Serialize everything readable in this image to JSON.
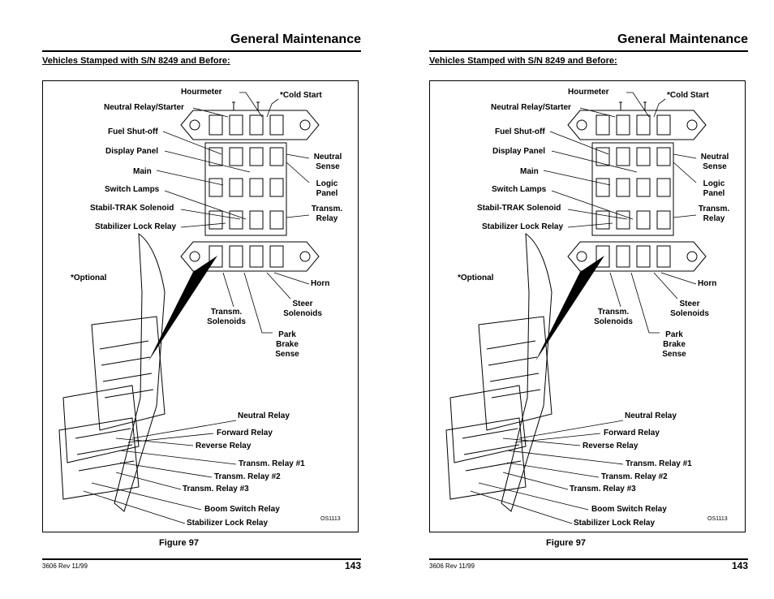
{
  "pages": [
    {
      "header": {
        "title": "General Maintenance"
      },
      "subheading": "Vehicles Stamped with S/N 8249 and Before:",
      "figure": {
        "labels": {
          "hourmeter": "Hourmeter",
          "cold_start": "*Cold Start",
          "neutral_relay_starter": "Neutral Relay/Starter",
          "fuel_shutoff": "Fuel Shut-off",
          "display_panel": "Display Panel",
          "neutral_sense_1": "Neutral",
          "neutral_sense_2": "Sense",
          "main": "Main",
          "logic_panel_1": "Logic",
          "logic_panel_2": "Panel",
          "switch_lamps": "Switch Lamps",
          "stabil_trak": "Stabil-TRAK Solenoid",
          "transm_relay_1": "Transm.",
          "transm_relay_2": "Relay",
          "stabilizer_lock_relay_top": "Stabilizer Lock Relay",
          "optional": "*Optional",
          "horn": "Horn",
          "steer_solenoids_1": "Steer",
          "steer_solenoids_2": "Solenoids",
          "transm_solenoids_1": "Transm.",
          "transm_solenoids_2": "Solenoids",
          "park_1": "Park",
          "park_2": "Brake",
          "park_3": "Sense",
          "neutral_relay": "Neutral Relay",
          "forward_relay": "Forward Relay",
          "reverse_relay": "Reverse Relay",
          "transm_relay_n1": "Transm. Relay #1",
          "transm_relay_n2": "Transm. Relay #2",
          "transm_relay_n3": "Transm. Relay #3",
          "boom_switch_relay": "Boom Switch Relay",
          "stabilizer_lock_relay": "Stabilizer Lock Relay",
          "code": "OS1113"
        },
        "caption": "Figure 97"
      },
      "footer": {
        "doc": "3606  Rev  11/99",
        "page": "143"
      }
    },
    {
      "header": {
        "title": "General Maintenance"
      },
      "subheading": "Vehicles Stamped with S/N 8249 and Before:",
      "figure": {
        "labels": {
          "hourmeter": "Hourmeter",
          "cold_start": "*Cold Start",
          "neutral_relay_starter": "Neutral Relay/Starter",
          "fuel_shutoff": "Fuel Shut-off",
          "display_panel": "Display Panel",
          "neutral_sense_1": "Neutral",
          "neutral_sense_2": "Sense",
          "main": "Main",
          "logic_panel_1": "Logic",
          "logic_panel_2": "Panel",
          "switch_lamps": "Switch Lamps",
          "stabil_trak": "Stabil-TRAK Solenoid",
          "transm_relay_1": "Transm.",
          "transm_relay_2": "Relay",
          "stabilizer_lock_relay_top": "Stabilizer Lock Relay",
          "optional": "*Optional",
          "horn": "Horn",
          "steer_solenoids_1": "Steer",
          "steer_solenoids_2": "Solenoids",
          "transm_solenoids_1": "Transm.",
          "transm_solenoids_2": "Solenoids",
          "park_1": "Park",
          "park_2": "Brake",
          "park_3": "Sense",
          "neutral_relay": "Neutral Relay",
          "forward_relay": "Forward Relay",
          "reverse_relay": "Reverse Relay",
          "transm_relay_n1": "Transm. Relay #1",
          "transm_relay_n2": "Transm. Relay #2",
          "transm_relay_n3": "Transm. Relay #3",
          "boom_switch_relay": "Boom Switch Relay",
          "stabilizer_lock_relay": "Stabilizer Lock Relay",
          "code": "OS1113"
        },
        "caption": "Figure 97"
      },
      "footer": {
        "doc": "3606  Rev  11/99",
        "page": "143"
      }
    }
  ]
}
